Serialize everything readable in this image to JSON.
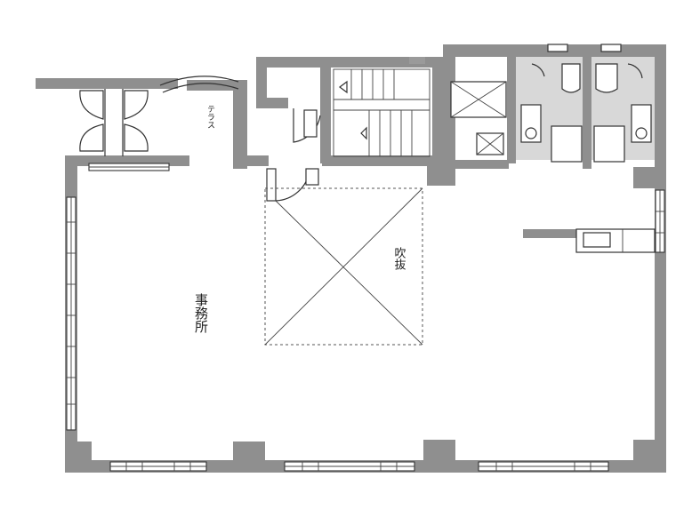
{
  "labels": {
    "office": "事務所",
    "void": "吹抜",
    "side": "テラス"
  },
  "colors": {
    "wall": "#8f8f8f",
    "line": "#333333",
    "background": "#ffffff"
  }
}
